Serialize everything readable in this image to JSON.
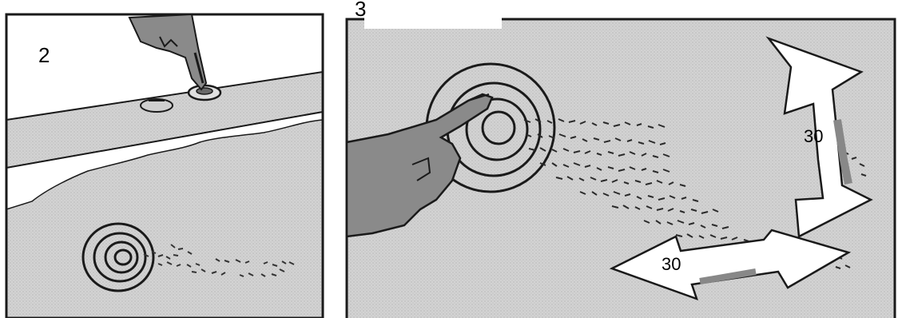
{
  "figure": {
    "panels": [
      {
        "step": "2"
      },
      {
        "step": "3",
        "angle_up": "30",
        "angle_left": "30"
      }
    ]
  },
  "colors": {
    "stipple_bg": "#d2d2d2",
    "hand": "#8a8a8a",
    "outline": "#1a1a1a",
    "arrow_fill": "#ffffff"
  }
}
